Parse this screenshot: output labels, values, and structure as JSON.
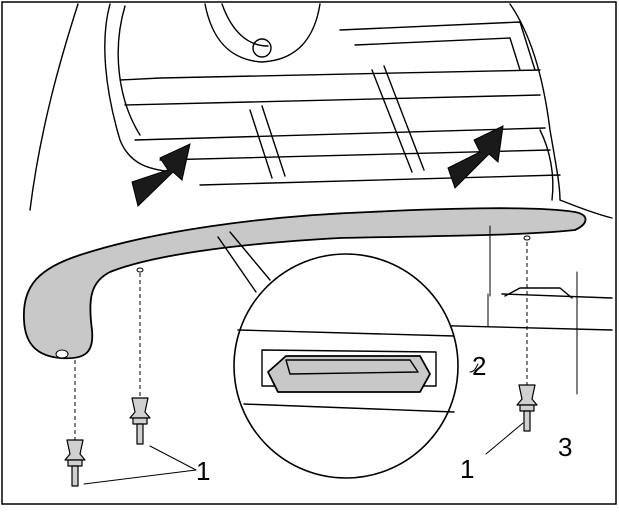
{
  "labels": {
    "fastener": "1",
    "fastener_group": "1",
    "trim_strip": "2",
    "bumper_body": "3"
  },
  "icons": {
    "push_arrows": "push-direction-arrow",
    "fastener": "push-rivet-clip"
  },
  "colors": {
    "line": "#000000",
    "trim_fill": "#c8c8c8",
    "background": "#ffffff"
  }
}
